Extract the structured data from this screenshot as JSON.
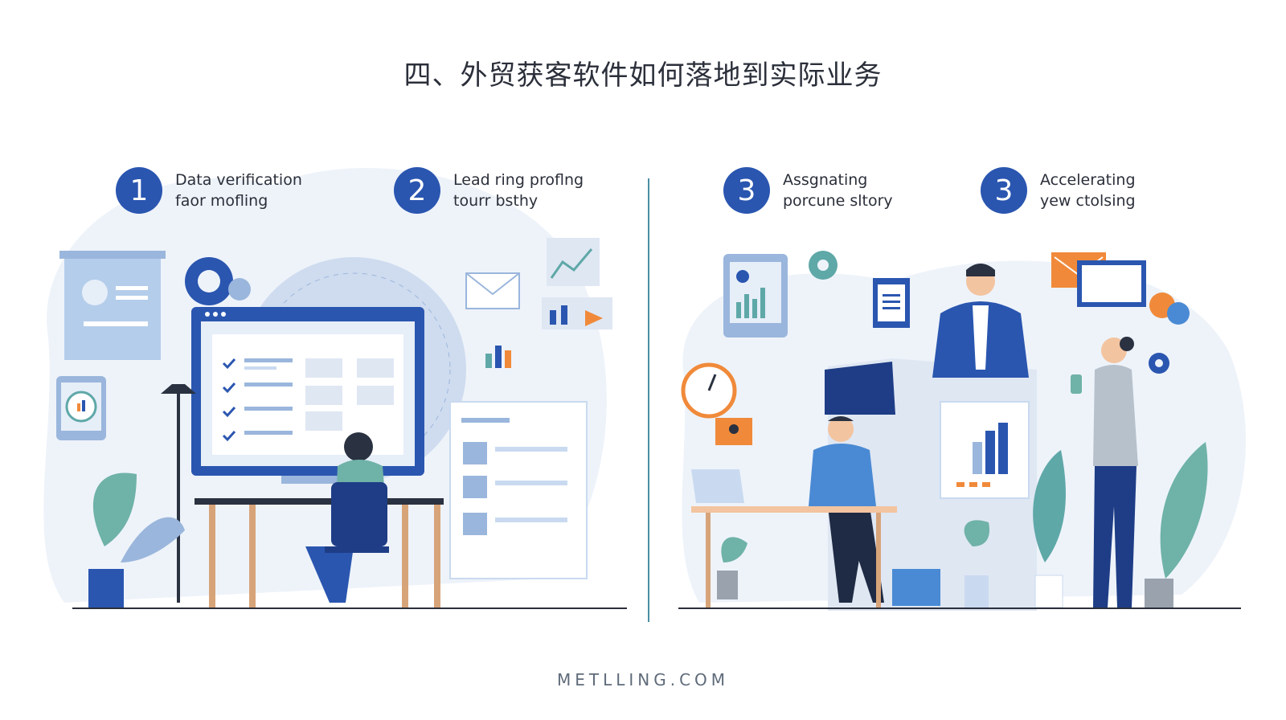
{
  "title": "四、外贸获客软件如何落地到实际业务",
  "steps": [
    {
      "number": "1",
      "line1": "Data verification",
      "line2": "faor mofling"
    },
    {
      "number": "2",
      "line1": "Lead ring proflng",
      "line2": "tourr bsthy"
    },
    {
      "number": "3",
      "line1": "Assgnating",
      "line2": "porcune sltory"
    },
    {
      "number": "3",
      "line1": "Accelerating",
      "line2": "yew ctolsing"
    }
  ],
  "footer": "METLLING.COM",
  "colors": {
    "primary_blue": "#2a56b0",
    "light_blue": "#c9daf0",
    "pale_blue": "#e6eef8",
    "orange": "#f08a3a",
    "teal": "#5fa8a8",
    "divider": "#4a8fa3"
  },
  "icons": [
    "checklist-icon",
    "envelope-icon",
    "bar-chart-icon",
    "gear-icon",
    "clock-icon",
    "chat-bubble-icon",
    "user-card-icon",
    "document-icon"
  ]
}
